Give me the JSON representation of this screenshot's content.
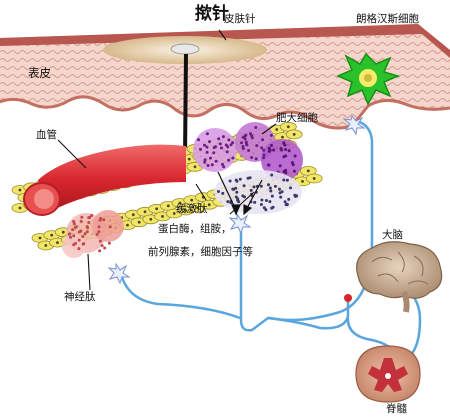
{
  "labels": {
    "title": "揿针",
    "press_needle": "皮肤针",
    "langerhans": "朗格汉斯细胞",
    "epidermis": "表皮",
    "blood_vessel": "血管",
    "mast_cell": "肥大细胞",
    "bradykinin": "缓激肽",
    "mediators_line1": "蛋白酶，组胺，",
    "mediators_line2": "前列腺素，细胞因子等",
    "neuropeptide": "神经肽",
    "brain": "大脑",
    "spinal_cord": "脊髓"
  },
  "colors": {
    "skin_surface": "#b8574f",
    "skin_inner": "#f3d2c8",
    "vessel": "#d8262e",
    "nerve": "#5aa6dc",
    "cell_yellow": "#f2e66a",
    "mast_purple": "#a03cc0",
    "langerhans_green": "#2ac12a",
    "neuropeptide_pink": "#e89aa0"
  }
}
